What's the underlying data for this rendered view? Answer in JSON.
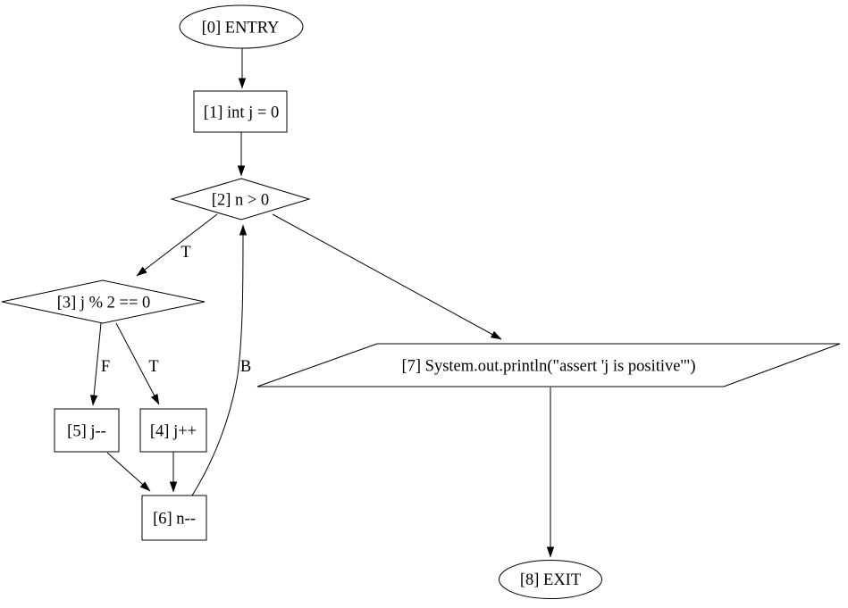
{
  "diagram": {
    "type": "control-flow-graph",
    "background": "#ffffff",
    "node_fill": "#ffffff",
    "stroke_color": "#000000",
    "text_color": "#000000",
    "nodes": [
      {
        "id": 0,
        "shape": "ellipse",
        "label": "[0] ENTRY"
      },
      {
        "id": 1,
        "shape": "box",
        "label": "[1] int j = 0"
      },
      {
        "id": 2,
        "shape": "diamond",
        "label": "[2] n > 0"
      },
      {
        "id": 3,
        "shape": "diamond",
        "label": "[3] j % 2 == 0"
      },
      {
        "id": 4,
        "shape": "box",
        "label": "[4] j++"
      },
      {
        "id": 5,
        "shape": "box",
        "label": "[5] j--"
      },
      {
        "id": 6,
        "shape": "box",
        "label": "[6] n--"
      },
      {
        "id": 7,
        "shape": "parallelogram",
        "label": "[7] System.out.println(\"assert 'j is positive'\")"
      },
      {
        "id": 8,
        "shape": "ellipse",
        "label": "[8] EXIT"
      }
    ],
    "edges": [
      {
        "from": 0,
        "to": 1,
        "label": ""
      },
      {
        "from": 1,
        "to": 2,
        "label": ""
      },
      {
        "from": 2,
        "to": 3,
        "label": "T"
      },
      {
        "from": 3,
        "to": 5,
        "label": "F"
      },
      {
        "from": 3,
        "to": 4,
        "label": "T"
      },
      {
        "from": 5,
        "to": 6,
        "label": ""
      },
      {
        "from": 4,
        "to": 6,
        "label": ""
      },
      {
        "from": 6,
        "to": 2,
        "label": "B"
      },
      {
        "from": 2,
        "to": 7,
        "label": ""
      },
      {
        "from": 7,
        "to": 8,
        "label": ""
      }
    ]
  }
}
